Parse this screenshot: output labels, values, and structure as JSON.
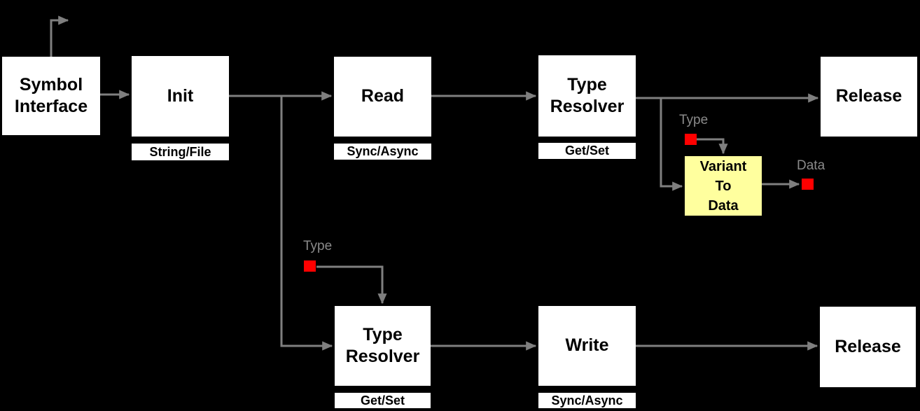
{
  "diagram": {
    "colors": {
      "background": "#000000",
      "box_fill": "#ffffff",
      "box_text": "#000000",
      "arrow": "#7f7f7f",
      "port_label_text": "#8a8a8a",
      "port_marker": "#ff0000",
      "variant_fill": "#ffff9e"
    },
    "nodes": {
      "symbol_interface": {
        "label": "Symbol\nInterface"
      },
      "init": {
        "label": "Init",
        "sublabel": "String/File"
      },
      "read": {
        "label": "Read",
        "sublabel": "Sync/Async"
      },
      "type_resolver_top": {
        "label": "Type\nResolver",
        "sublabel": "Get/Set"
      },
      "release_top": {
        "label": "Release"
      },
      "variant_to_data": {
        "label": "Variant\nTo\nData"
      },
      "type_resolver_bottom": {
        "label": "Type\nResolver",
        "sublabel": "Get/Set"
      },
      "write": {
        "label": "Write",
        "sublabel": "Sync/Async"
      },
      "release_bottom": {
        "label": "Release"
      }
    },
    "ports": {
      "type_top": {
        "label": "Type"
      },
      "data_top": {
        "label": "Data"
      },
      "type_bottom": {
        "label": "Type"
      }
    }
  }
}
